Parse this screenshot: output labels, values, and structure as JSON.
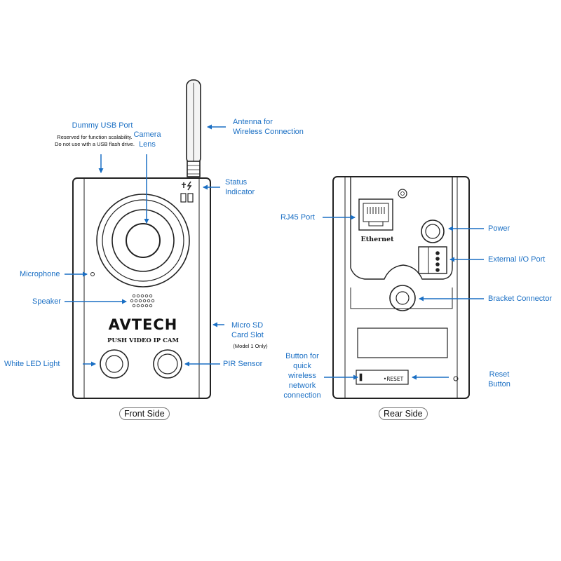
{
  "front": {
    "brand": "AVTECH",
    "model_line": "PUSH VIDEO IP CAM",
    "caption": "Front Side",
    "labels": {
      "dummy_usb": "Dummy USB Port",
      "dummy_usb_note1": "Reserved for function scalability.",
      "dummy_usb_note2": "Do not use with a USB flash drive.",
      "camera_lens_1": "Camera",
      "camera_lens_2": "Lens",
      "antenna_1": "Antenna for",
      "antenna_2": "Wireless Connection",
      "status_1": "Status",
      "status_2": "Indicator",
      "microphone": "Microphone",
      "speaker": "Speaker",
      "microsd_1": "Micro SD",
      "microsd_2": "Card Slot",
      "microsd_note": "(Model 1 Only)",
      "white_led": "White LED Light",
      "pir": "PIR Sensor"
    }
  },
  "rear": {
    "ethernet": "Ethernet",
    "reset_text": "•RESET",
    "caption": "Rear Side",
    "labels": {
      "rj45": "RJ45 Port",
      "power": "Power",
      "external_io": "External I/O Port",
      "bracket": "Bracket Connector",
      "button_1": "Button for",
      "button_2": "quick",
      "button_3": "wireless",
      "button_4": "network",
      "button_5": "connection",
      "reset_1": "Reset",
      "reset_2": "Button"
    }
  },
  "colors": {
    "label": "#1a6fc4",
    "line": "#222222"
  }
}
